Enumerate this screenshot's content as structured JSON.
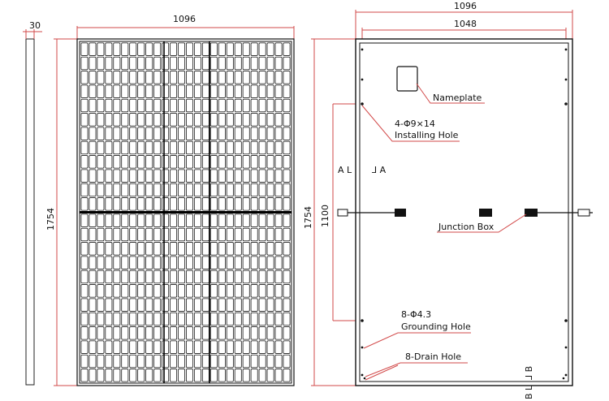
{
  "dimensions": {
    "thickness": "30",
    "front_width": "1096",
    "front_height": "1754",
    "back_width": "1096",
    "hole_spacing_width": "1048",
    "back_height": "1754",
    "hole_spacing_height": "1100"
  },
  "section_labels": {
    "a_left": "A L",
    "a_right": "⅃ A",
    "b_right": "⅃ B",
    "b_left": "B L"
  },
  "callouts": {
    "nameplate": "Nameplate",
    "installing_hole_spec": "4-Φ9×14",
    "installing_hole": "Installing Hole",
    "junction_box": "Junction Box",
    "grounding_hole_spec": "8-Φ4.3",
    "grounding_hole": "Grounding Hole",
    "drain_hole": "8-Drain Hole"
  },
  "panel_grid": {
    "columns": 26,
    "rows_per_half": 12
  },
  "colors": {
    "dimension": "#d24a4a",
    "outline": "#222222"
  }
}
